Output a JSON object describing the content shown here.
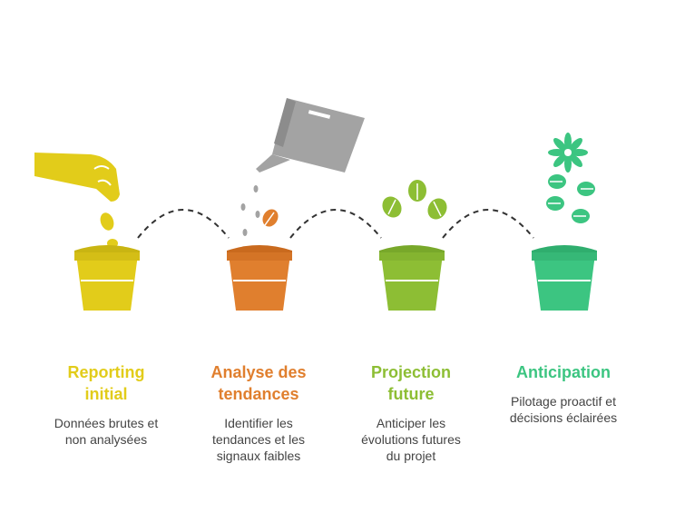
{
  "colors": {
    "yellow": "#E2CC1A",
    "orange": "#E07F2E",
    "green": "#8DBE34",
    "teal": "#3CC581",
    "gray": "#A3A3A3",
    "connector": "#333333"
  },
  "stages": [
    {
      "title": "Reporting\ninitial",
      "description": "Données brutes et\nnon analysées",
      "color": "#E2CC1A"
    },
    {
      "title": "Analyse des\ntendances",
      "description": "Identifier les\ntendances et les\nsignaux faibles",
      "color": "#E07F2E"
    },
    {
      "title": "Projection\nfuture",
      "description": "Anticiper les\névolutions futures\ndu projet",
      "color": "#8DBE34"
    },
    {
      "title": "Anticipation",
      "description": "Pilotage proactif et\ndécisions éclairées",
      "color": "#3CC581"
    }
  ],
  "icons": {
    "hand": "hand-dropping-seeds-icon",
    "can": "watering-can-icon",
    "pot": "flower-pot-icon",
    "leaf": "leaf-icon",
    "flower": "flower-icon"
  }
}
